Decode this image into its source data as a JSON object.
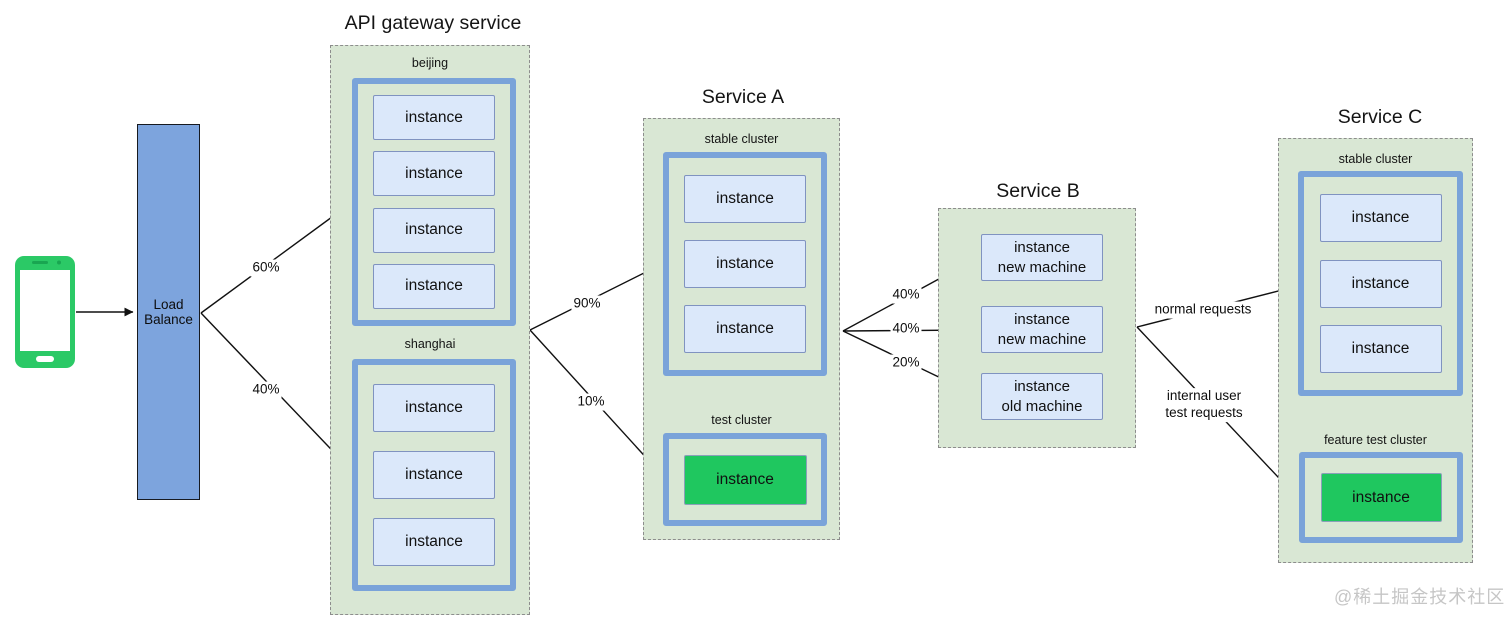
{
  "load_balancer": {
    "label": "Load Balance"
  },
  "gateway": {
    "title": "API gateway service",
    "zones": [
      {
        "name": "beijing",
        "instances": [
          "instance",
          "instance",
          "instance",
          "instance"
        ]
      },
      {
        "name": "shanghai",
        "instances": [
          "instance",
          "instance",
          "instance"
        ]
      }
    ]
  },
  "service_a": {
    "title": "Service A",
    "stable_cluster": {
      "label": "stable cluster",
      "instances": [
        "instance",
        "instance",
        "instance"
      ]
    },
    "test_cluster": {
      "label": "test cluster",
      "instances": [
        "instance"
      ]
    }
  },
  "service_b": {
    "title": "Service B",
    "instances": [
      {
        "line1": "instance",
        "line2": "new machine"
      },
      {
        "line1": "instance",
        "line2": "new machine"
      },
      {
        "line1": "instance",
        "line2": "old machine"
      }
    ]
  },
  "service_c": {
    "title": "Service C",
    "stable_cluster": {
      "label": "stable cluster",
      "instances": [
        "instance",
        "instance",
        "instance"
      ]
    },
    "feature_test_cluster": {
      "label": "feature test cluster",
      "instances": [
        "instance"
      ]
    }
  },
  "edges": {
    "lb_to_beijing": "60%",
    "lb_to_shanghai": "40%",
    "gateway_to_stable": "90%",
    "gateway_to_test": "10%",
    "a_to_b_new1": "40%",
    "a_to_b_new2": "40%",
    "a_to_b_old": "20%",
    "b_to_c_stable": "normal requests",
    "b_to_c_feature": {
      "line1": "internal user",
      "line2": "test requests"
    }
  },
  "icons": {
    "source": "mobile-phone-icon"
  },
  "watermark": "@稀土掘金技术社区",
  "colors": {
    "container_fill": "#d9e7d4",
    "container_border": "#8d8d8d",
    "cluster_border": "#7aa3d9",
    "instance_fill": "#dbe8fa",
    "instance_border": "#8093c0",
    "green_instance_fill": "#1fc75f",
    "load_balancer_fill": "#7da4dd",
    "phone_green": "#2bc966",
    "arrow": "#111111",
    "watermark_gray": "#c6c6c6"
  }
}
